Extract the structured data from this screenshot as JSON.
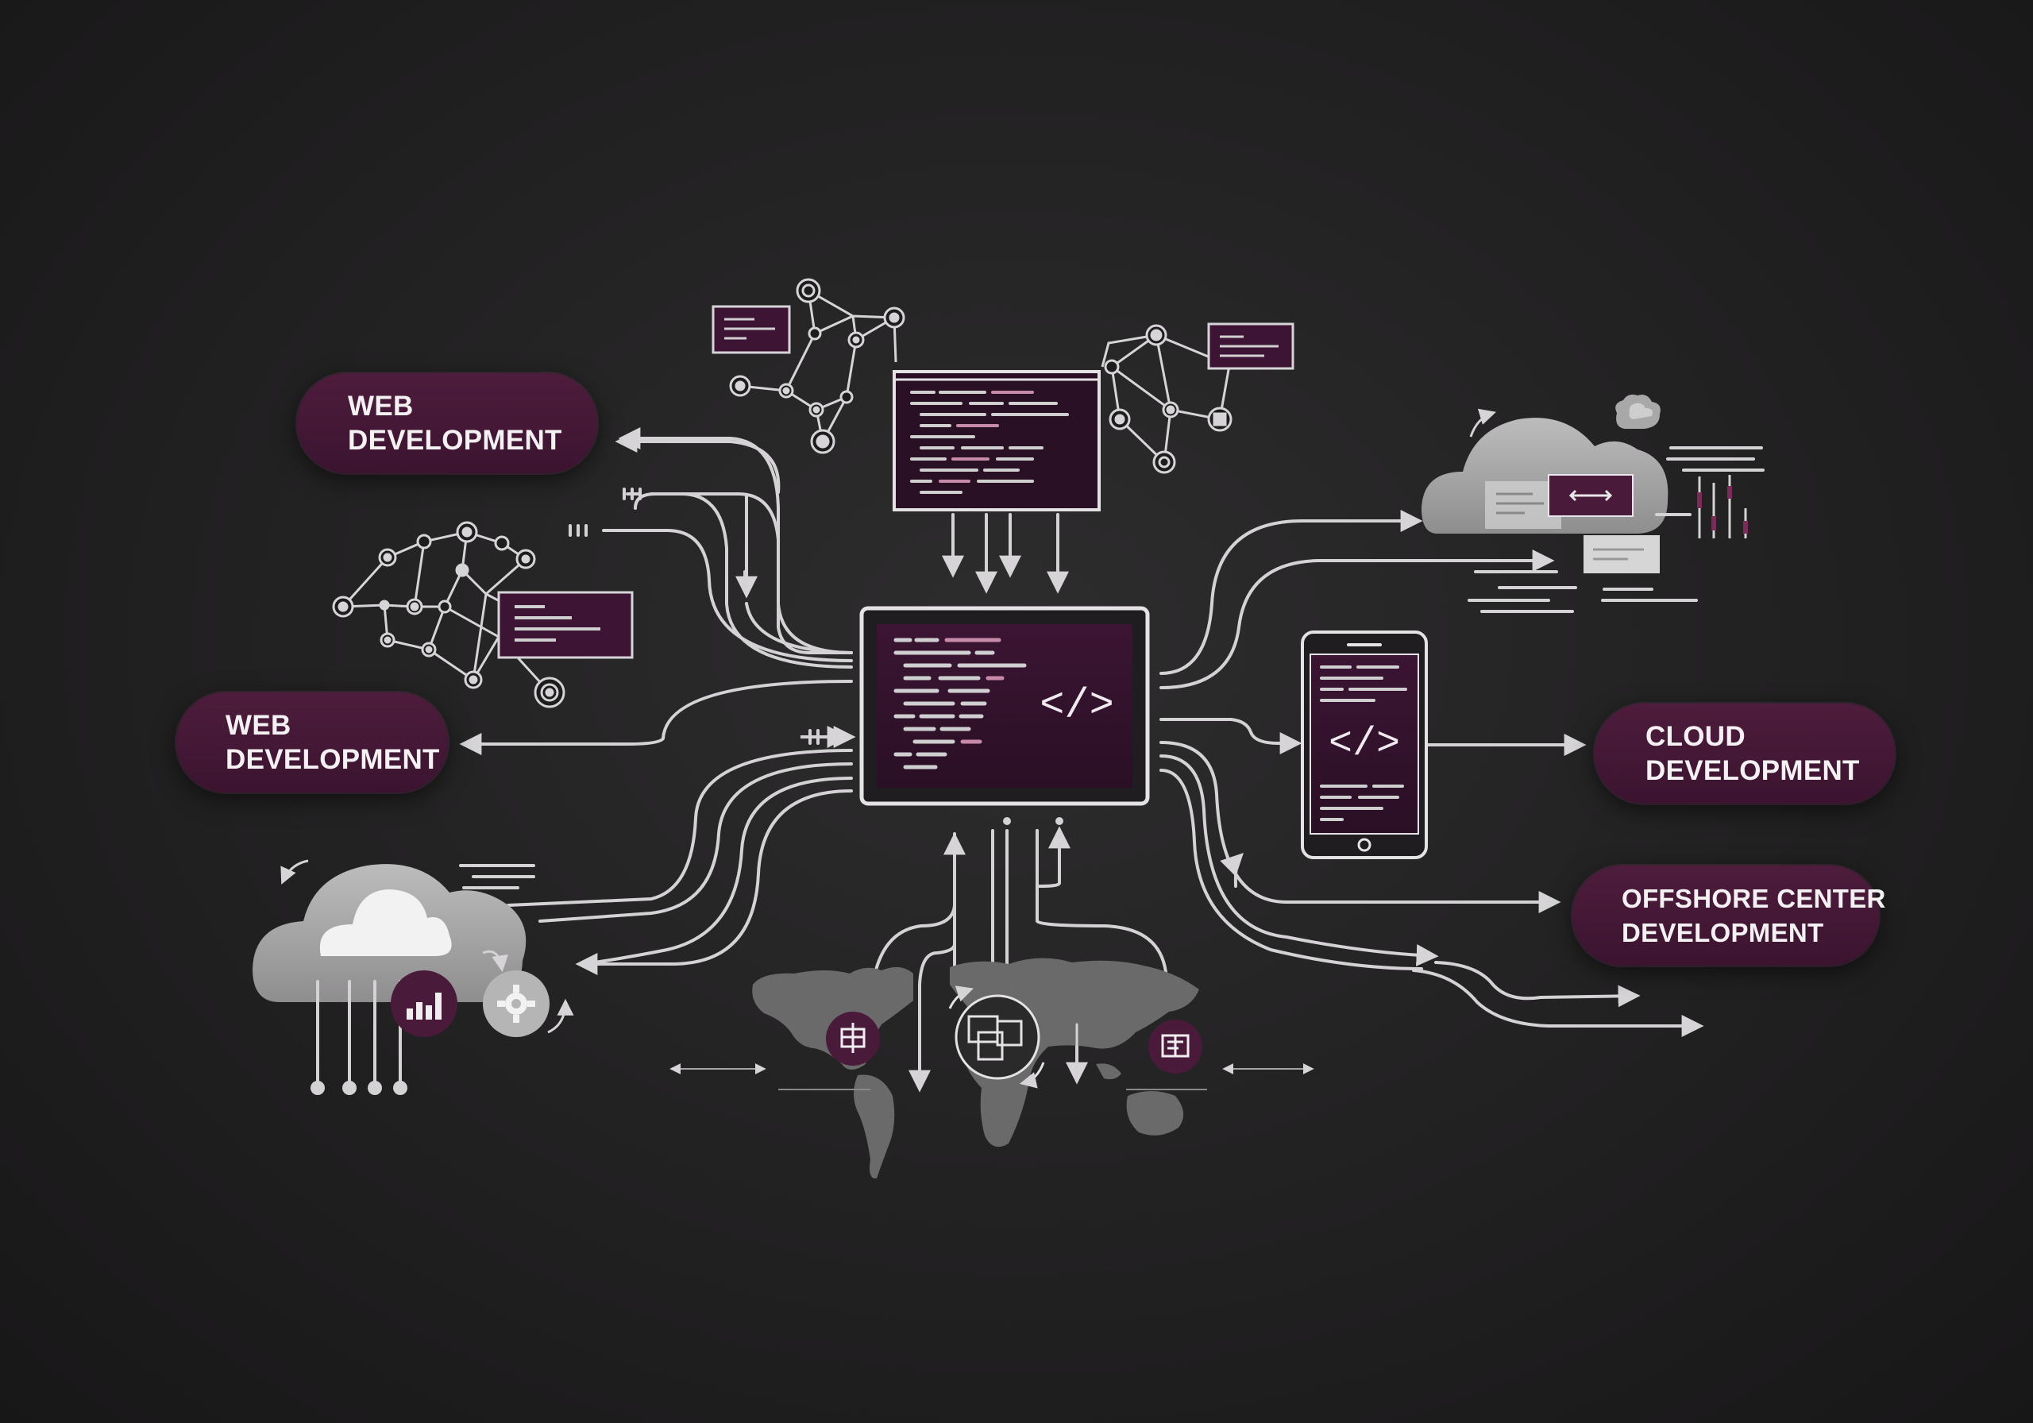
{
  "labels": {
    "web_development_top": [
      "WEB",
      "DEVELOPMENT"
    ],
    "web_development_left": [
      "WEB",
      "DEVELOPMENT"
    ],
    "cloud_development": [
      "CLOUD",
      "DEVELOPMENT"
    ],
    "offshore_center_development": [
      "OFFSHORE CENTER",
      "DEVELOPMENT"
    ]
  },
  "code_symbols": {
    "main_screen": "</>",
    "phone_screen": "</>"
  },
  "colors": {
    "background": "#1c1b1c",
    "accent_plum": "#4a1a3a",
    "line": "#d4d2d4",
    "map": "#6a6a6a"
  },
  "icons": [
    "network-graph-icon",
    "code-window-icon",
    "cloud-icon",
    "smartphone-icon",
    "world-map-icon",
    "bar-chart-icon",
    "gear-icon"
  ]
}
